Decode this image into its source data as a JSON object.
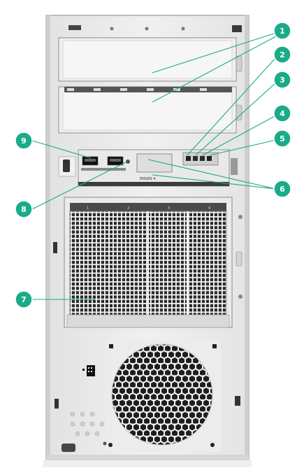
{
  "callout_color": "#1aab8a",
  "callouts": [
    {
      "id": "1",
      "label": "1"
    },
    {
      "id": "2",
      "label": "2"
    },
    {
      "id": "3",
      "label": "3"
    },
    {
      "id": "4",
      "label": "4"
    },
    {
      "id": "5",
      "label": "5"
    },
    {
      "id": "6",
      "label": "6"
    },
    {
      "id": "7",
      "label": "7"
    },
    {
      "id": "8",
      "label": "8"
    },
    {
      "id": "9",
      "label": "9"
    }
  ],
  "bay_numbers": [
    "1",
    "2",
    "3",
    "4"
  ],
  "panel_text": "ENGEN 4"
}
